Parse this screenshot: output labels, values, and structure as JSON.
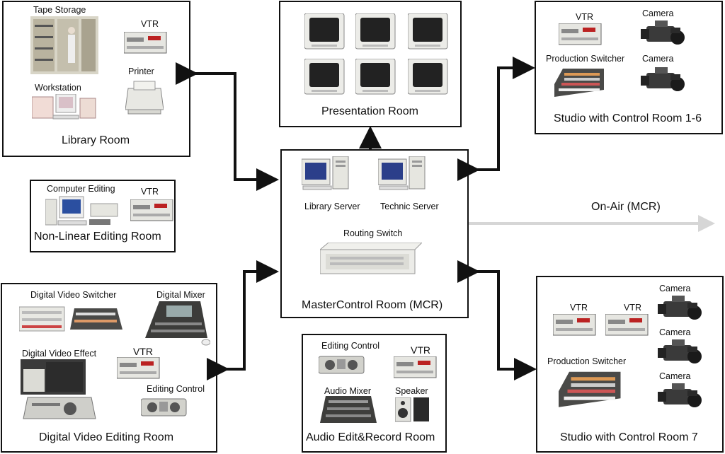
{
  "rooms": {
    "library": {
      "title": "Library Room",
      "labels": {
        "tape_storage": "Tape Storage",
        "vtr": "VTR",
        "printer": "Printer",
        "workstation": "Workstation"
      }
    },
    "presentation": {
      "title": "Presentation Room"
    },
    "studio16": {
      "title": "Studio with Control Room 1-6",
      "labels": {
        "vtr": "VTR",
        "camera1": "Camera",
        "camera2": "Camera",
        "production_switcher": "Production Switcher"
      }
    },
    "nonlinear": {
      "title": "Non-Linear Editing Room",
      "labels": {
        "computer_editing": "Computer Editing",
        "vtr": "VTR"
      }
    },
    "mcr": {
      "title": "MasterControl Room (MCR)",
      "labels": {
        "library_server": "Library Server",
        "technic_server": "Technic Server",
        "routing_switch": "Routing Switch"
      }
    },
    "digital_video": {
      "title": "Digital Video Editing Room",
      "labels": {
        "dv_switcher": "Digital Video Switcher",
        "digital_mixer": "Digital Mixer",
        "dv_effect": "Digital Video Effect",
        "vtr": "VTR",
        "editing_control": "Editing Control"
      }
    },
    "audio": {
      "title": "Audio Edit&Record Room",
      "labels": {
        "editing_control": "Editing Control",
        "vtr": "VTR",
        "audio_mixer": "Audio Mixer",
        "speaker": "Speaker"
      }
    },
    "studio7": {
      "title": "Studio with Control Room 7",
      "labels": {
        "vtr1": "VTR",
        "vtr2": "VTR",
        "camera1": "Camera",
        "camera2": "Camera",
        "camera3": "Camera",
        "production_switcher": "Production Switcher"
      }
    }
  },
  "onair_label": "On-Air (MCR)",
  "colors": {
    "line": "#111111",
    "onair_arrow": "#d6d6d6",
    "device_light": "#e9e9e4",
    "device_dark": "#3a3a3a",
    "screen": "#1e2a57"
  }
}
